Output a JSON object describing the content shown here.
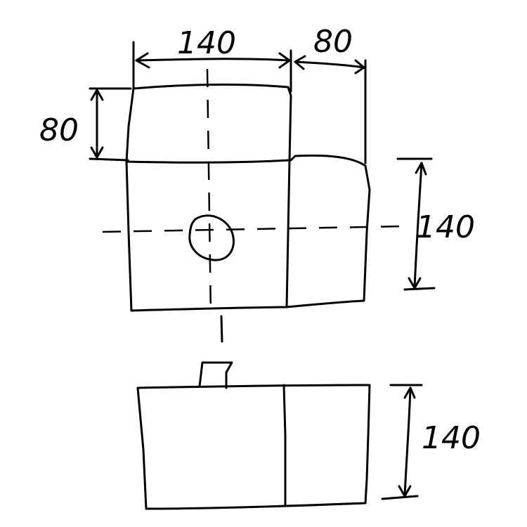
{
  "dimensions": {
    "top_width": "140",
    "side_width": "80",
    "top_height": "80",
    "front_height": "140",
    "bottom_height": "140"
  },
  "colors": {
    "ink": "#000000",
    "background": "#ffffff"
  }
}
